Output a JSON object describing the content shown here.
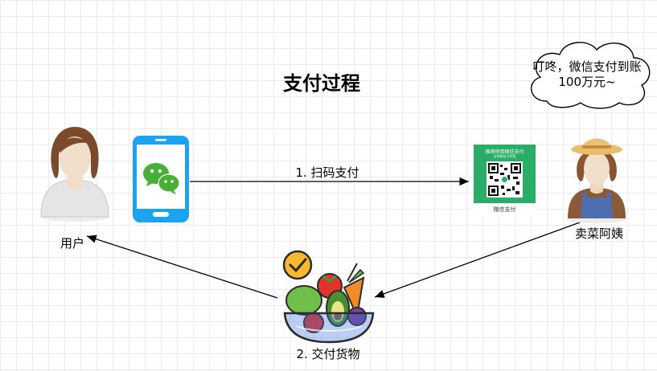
{
  "title": "支付过程",
  "actors": {
    "user_label": "用户",
    "vendor_label": "卖菜阿姨"
  },
  "steps": {
    "scan_pay": "1. 扫码支付",
    "deliver_goods": "2. 交付货物"
  },
  "notification": {
    "line1": "叮咚，微信支付到账",
    "line2": "100万元~"
  },
  "qr_card": {
    "header": "推荐使用微信支付",
    "subheader": "支持微信卡付款",
    "footer": "微信支付"
  },
  "colors": {
    "wechat_green": "#2aae67",
    "phone_blue": "#1aa3f0",
    "arrow": "#000000"
  }
}
